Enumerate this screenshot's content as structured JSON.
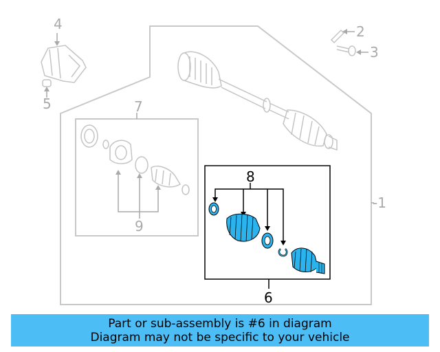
{
  "callouts": {
    "c1": "-1",
    "c2": "2",
    "c3": "3",
    "c4": "4",
    "c5": "5",
    "c6": "6",
    "c7": "7",
    "c8": "8",
    "c9": "9"
  },
  "banner": {
    "line1": "Part or sub-assembly is #6 in diagram",
    "line2": "Diagram may not be specific to your vehicle"
  },
  "colors": {
    "highlight": "#2ab3ec",
    "banner": "#4dbdf6",
    "faded": "#bdbdbd"
  }
}
